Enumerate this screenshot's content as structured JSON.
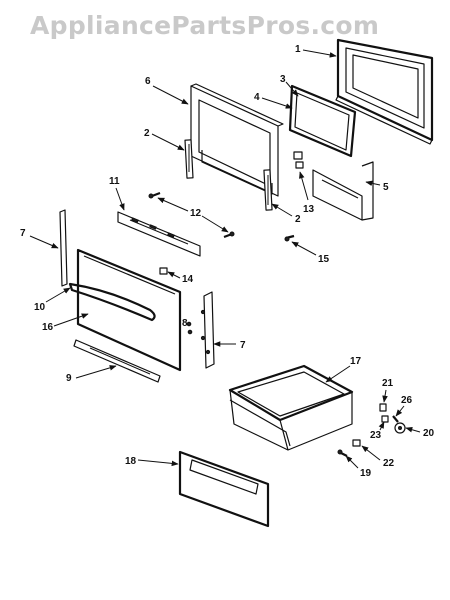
{
  "watermark": "AppliancePartsPros.com",
  "callouts": {
    "c1": "1",
    "c2a": "2",
    "c2b": "2",
    "c3": "3",
    "c4": "4",
    "c5": "5",
    "c6": "6",
    "c7a": "7",
    "c7b": "7",
    "c8": "8",
    "c9": "9",
    "c10": "10",
    "c11": "11",
    "c12": "12",
    "c13": "13",
    "c14": "14",
    "c15": "15",
    "c16": "16",
    "c17": "17",
    "c18": "18",
    "c19": "19",
    "c20": "20",
    "c21": "21",
    "c22": "22",
    "c23": "23",
    "c26": "26"
  },
  "colors": {
    "line": "#111111",
    "watermark": "#c9c9c9",
    "background": "#ffffff"
  }
}
